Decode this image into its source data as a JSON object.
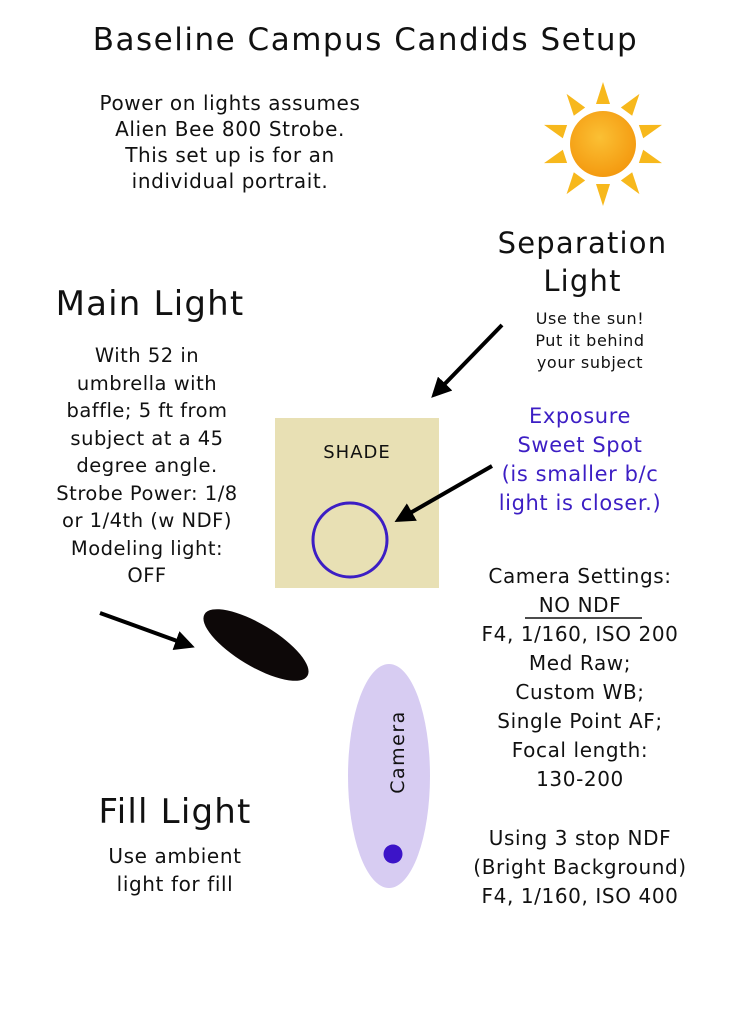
{
  "title": "Baseline Campus Candids Setup",
  "intro": [
    "Power on lights assumes",
    "Alien Bee 800 Strobe.",
    "This set up is for an",
    "individual portrait."
  ],
  "separation": {
    "title": [
      "Separation",
      "Light"
    ],
    "note": [
      "Use the sun!",
      "Put it behind",
      "your subject"
    ]
  },
  "main_light": {
    "title": "Main Light",
    "note": [
      "With 52 in",
      "umbrella with",
      "baffle; 5 ft from",
      "subject at a 45",
      "degree angle.",
      "Strobe Power: 1/8",
      "or 1/4th (w NDF)",
      "Modeling light:",
      "OFF"
    ]
  },
  "exposure": [
    "Exposure",
    "Sweet Spot",
    "(is smaller b/c",
    "light is closer.)"
  ],
  "shade_label": "SHADE",
  "camera_settings": {
    "heading": "Camera Settings:",
    "subheading": "NO NDF",
    "lines": [
      "F4, 1/160, ISO 200",
      "Med Raw;",
      "Custom WB;",
      "Single Point AF;",
      "Focal length:",
      "130-200"
    ]
  },
  "ndf_settings": [
    "Using 3 stop NDF",
    "(Bright Background)",
    "F4, 1/160, ISO 400"
  ],
  "fill_light": {
    "title": "Fill Light",
    "note": [
      "Use ambient",
      "light for fill"
    ]
  },
  "camera_label": "Camera",
  "colors": {
    "shade": "#e8e0b4",
    "sweet_spot": "#3c1ec4",
    "camera_body": "#d7ccf2",
    "camera_lens": "#3c14c8",
    "sun_core": "#f7a814",
    "sun_rays": "#f7b81c",
    "strobe": "#0d0808",
    "arrow": "#000000"
  }
}
